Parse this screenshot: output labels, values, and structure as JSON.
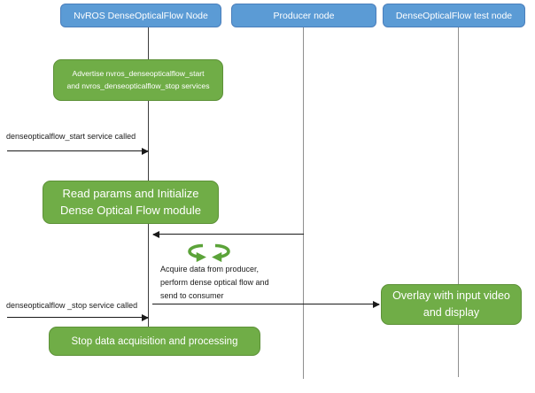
{
  "colors": {
    "actor_blue": "#5B9BD5",
    "actor_blue_border": "#4a7ebb",
    "process_green": "#70AD47",
    "process_green_border": "#5d9138",
    "loop_icon_green": "#5ba339",
    "arrow_black": "#1a1a1a",
    "lifeline_gray": "#8f8f8f"
  },
  "actors": [
    {
      "label": "NvROS DenseOpticalFlow Node"
    },
    {
      "label": "Producer node"
    },
    {
      "label": "DenseOpticalFlow test node"
    }
  ],
  "boxes": {
    "advertise": {
      "line1": "Advertise nvros_denseopticalflow_start",
      "line2": "and nvros_denseopticalflow_stop services"
    },
    "read_params": {
      "line1": "Read params and Initialize",
      "line2": "Dense Optical Flow module"
    },
    "overlay": {
      "line1": "Overlay with input video",
      "line2": "and display"
    },
    "stop": {
      "label": "Stop data acquisition and processing"
    }
  },
  "messages": {
    "start_service": "denseopticalflow_start service called",
    "stop_service": "denseopticalflow _stop service called",
    "acquire": {
      "line1": "Acquire data from producer,",
      "line2": "perform dense optical flow and",
      "line3": "send to consumer"
    }
  },
  "icons": {
    "loop_arrows": "loop-arrows-icon"
  }
}
